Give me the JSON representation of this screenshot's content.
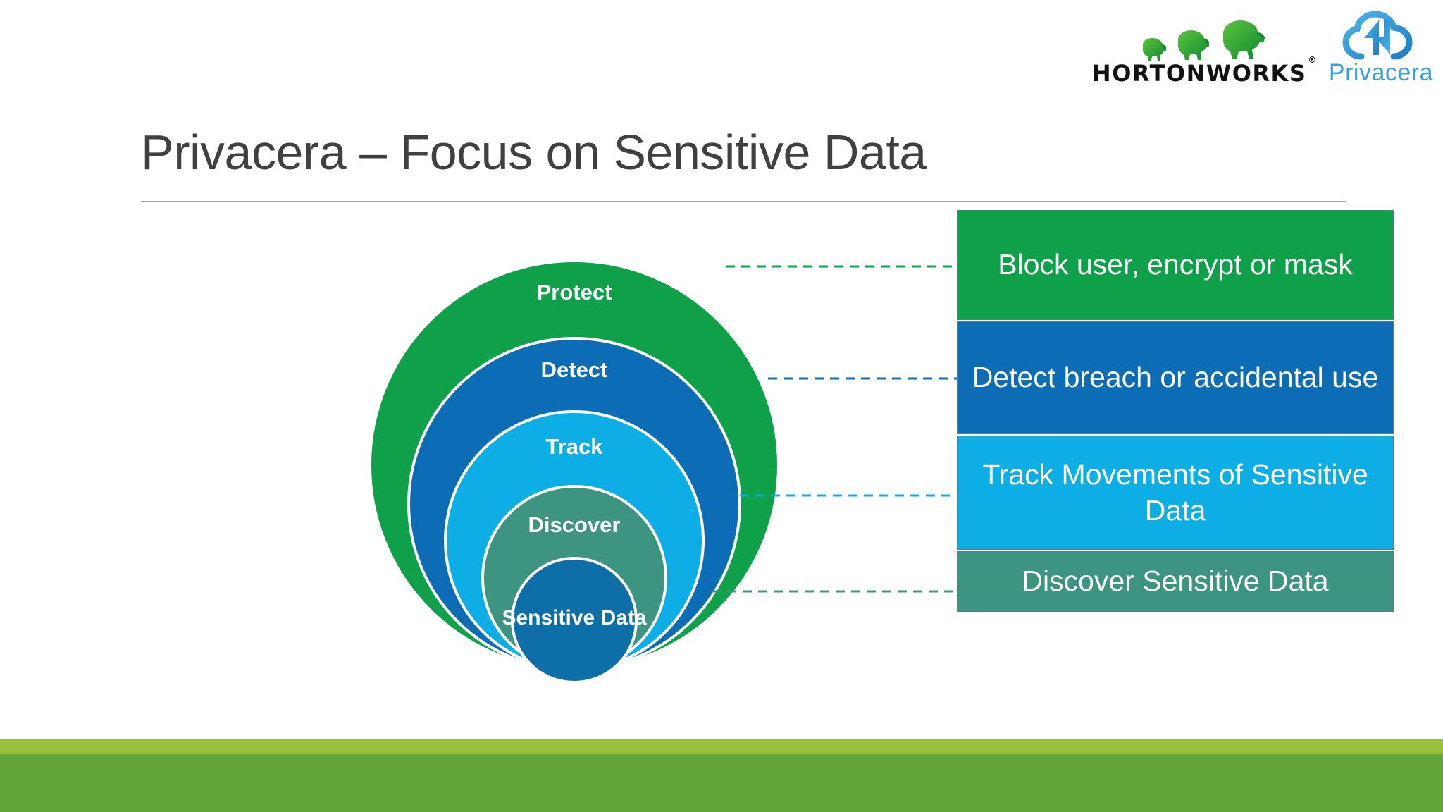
{
  "slide": {
    "title": "Privacera – Focus on Sensitive Data",
    "background": "#ffffff"
  },
  "logos": {
    "hortonworks": {
      "wordmark": "HORTONWORKS",
      "trademark": "®",
      "icon": "three-elephants-icon",
      "color": "#2CA73E"
    },
    "privacera": {
      "wordmark": "Privacera",
      "icon": "privacera-cloud-icon",
      "color": "#3AA0DC"
    }
  },
  "diagram": {
    "type": "nested-circles",
    "rings": [
      {
        "label": "Protect",
        "color": "#0FA04A",
        "dash_color": "#0FA04A"
      },
      {
        "label": "Detect",
        "color": "#0C6CB5",
        "dash_color": "#0C6CB5"
      },
      {
        "label": "Track",
        "color": "#0DADE5",
        "dash_color": "#0DADE5"
      },
      {
        "label": "Discover",
        "color": "#3D9480",
        "dash_color": "#3D9480"
      },
      {
        "label": "Sensitive Data",
        "color": "#0E6FA8",
        "dash_color": "#0E6FA8"
      }
    ]
  },
  "callouts": [
    {
      "text": "Block user, encrypt or mask",
      "color": "#0FA04A"
    },
    {
      "text": "Detect breach or accidental use",
      "color": "#0C6CB5"
    },
    {
      "text": "Track Movements of Sensitive Data",
      "color": "#0DADE5"
    },
    {
      "text": "Discover Sensitive Data",
      "color": "#3D9480"
    }
  ],
  "footer": {
    "bar_light_color": "#9ABF3A",
    "bar_dark_color": "#63A539"
  }
}
